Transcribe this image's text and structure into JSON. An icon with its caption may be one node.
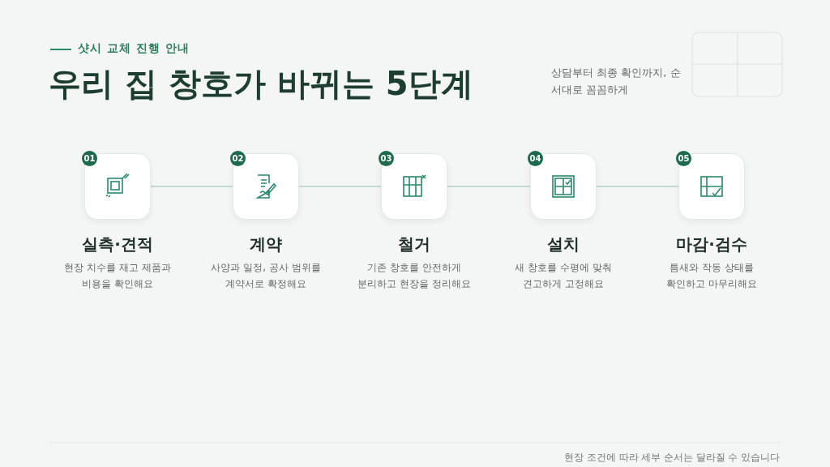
{
  "diagram": {
    "title": "우리 집 창호가 바뀌는 5단계",
    "caption": "현장 조건에 따라 세부 순서는 달라질 수 있습니다",
    "nodes": [
      {
        "text": [
          "01"
        ],
        "beside": [
          "실측·견적",
          "현장 치수를 재고 제품과 비용을 확인해요"
        ]
      },
      {
        "text": [
          "02"
        ],
        "beside": [
          "계약",
          "사양과 일정, 공사 범위를 계약서로 확정해요"
        ]
      },
      {
        "text": [
          "03"
        ],
        "beside": [
          "철거",
          "기존 창호를 안전하게 분리하고 현장을 정리해요"
        ]
      },
      {
        "text": [
          "04"
        ],
        "beside": [
          "설치",
          "새 창호를 수평에 맞춰 견고하게 고정해요"
        ]
      },
      {
        "text": [
          "05"
        ],
        "beside": [
          "마감·검수",
          "틈새와 작동 상태를 확인하고 마무리해요"
        ]
      }
    ],
    "edges": [
      {
        "from": 0,
        "to": 1,
        "arrow": "none"
      },
      {
        "from": 1,
        "to": 2,
        "arrow": "none"
      },
      {
        "from": 2,
        "to": 3,
        "arrow": "none"
      },
      {
        "from": 3,
        "to": 4,
        "arrow": "none"
      }
    ],
    "labels": [
      "샷시 교체 진행 안내",
      "상담부터 최종 확인까지, 순서대로 꼼꼼하게"
    ]
  }
}
